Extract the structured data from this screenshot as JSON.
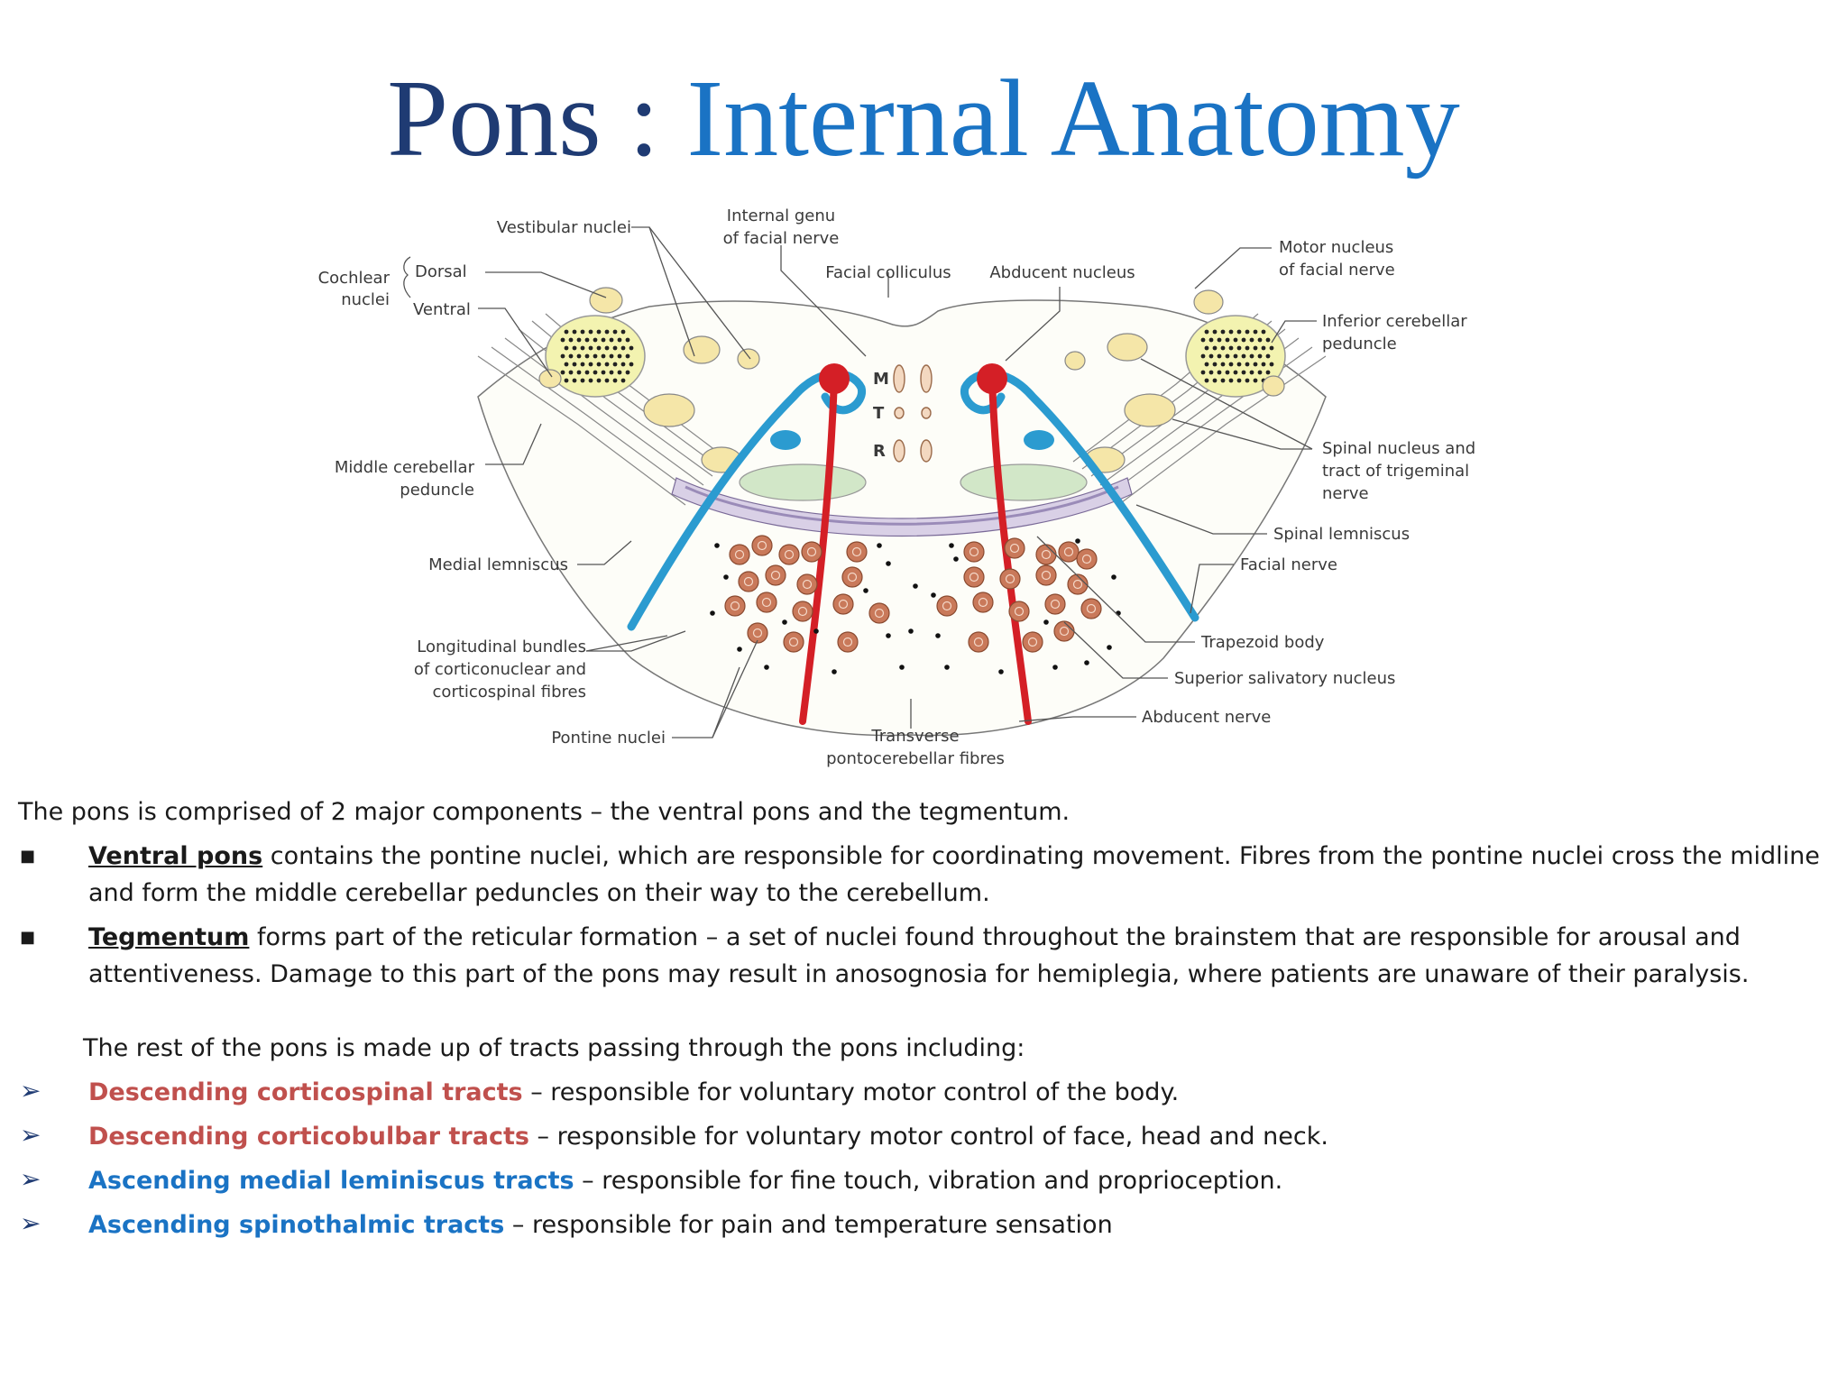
{
  "title": {
    "part1": "Pons :",
    "part2": "Internal Anatomy"
  },
  "diagram": {
    "labels": {
      "vestibular_nuclei": "Vestibular nuclei",
      "internal_genu_1": "Internal genu",
      "internal_genu_2": "of facial nerve",
      "cochlear_1": "Cochlear",
      "cochlear_2": "nuclei",
      "dorsal": "Dorsal",
      "ventral": "Ventral",
      "facial_colliculus": "Facial colliculus",
      "abducent_nucleus": "Abducent nucleus",
      "motor_nucleus_1": "Motor nucleus",
      "motor_nucleus_2": "of facial nerve",
      "inferior_cp_1": "Inferior cerebellar",
      "inferior_cp_2": "peduncle",
      "middle_cp_1": "Middle cerebellar",
      "middle_cp_2": "peduncle",
      "spinal_nucleus_1": "Spinal nucleus and",
      "spinal_nucleus_2": "tract of trigeminal",
      "spinal_nucleus_3": "nerve",
      "medial_lemniscus": "Medial lemniscus",
      "spinal_lemniscus": "Spinal lemniscus",
      "facial_nerve": "Facial nerve",
      "longitudinal_1": "Longitudinal bundles",
      "longitudinal_2": "of corticonuclear and",
      "longitudinal_3": "corticospinal fibres",
      "trapezoid_body": "Trapezoid body",
      "superior_salivatory": "Superior salivatory nucleus",
      "abducent_nerve": "Abducent nerve",
      "pontine_nuclei": "Pontine nuclei",
      "transverse_1": "Transverse",
      "transverse_2": "pontocerebellar fibres",
      "m": "M",
      "t": "T",
      "r": "R"
    }
  },
  "content": {
    "intro": "The pons is comprised of 2 major components – the ventral pons and the tegmentum.",
    "bullets": [
      {
        "term": "Ventral pons",
        "text": " contains the pontine nuclei, which are responsible for coordinating movement. Fibres from the pontine nuclei cross the midline and form the middle cerebellar peduncles on their way to the cerebellum."
      },
      {
        "term": "Tegmentum",
        "text": " forms part of the reticular formation – a set of nuclei found throughout the brainstem that are responsible for arousal and attentiveness. Damage to this part of the pons may result in anosognosia for hemiplegia, where patients are unaware of their paralysis."
      }
    ],
    "intro2": "The rest of the pons is made up of tracts passing through the pons including:",
    "tracts": [
      {
        "name": "Descending corticospinal tracts",
        "color": "#c0504d",
        "text": " – responsible for voluntary motor control of the body."
      },
      {
        "name": "Descending corticobulbar tracts",
        "color": "#c0504d",
        "text": " – responsible for voluntary motor control of face, head and neck."
      },
      {
        "name": "Ascending medial leminiscus tracts",
        "color": "#1a73c4",
        "text": " – responsible for fine touch, vibration and proprioception."
      },
      {
        "name": "Ascending spinothalmic tracts",
        "color": "#1a73c4",
        "text": " – responsible for pain and temperature sensation"
      }
    ]
  },
  "colors": {
    "title_dark": "#1f3b73",
    "title_blue": "#1a73c4",
    "tract_red": "#c0504d",
    "tract_blue": "#1a73c4"
  }
}
